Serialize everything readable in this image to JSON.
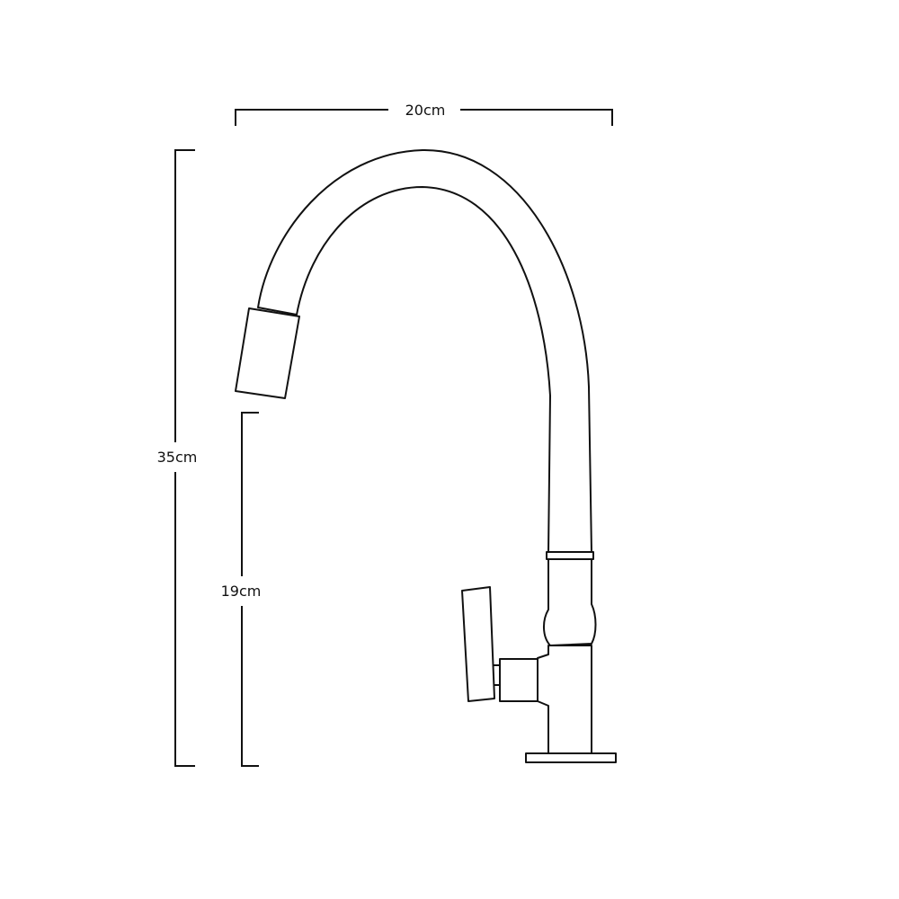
{
  "dimensions": {
    "width_label": "20cm",
    "height_label": "35cm",
    "spout_height_label": "19cm"
  },
  "colors": {
    "stroke": "#111111",
    "background": "#ffffff"
  }
}
